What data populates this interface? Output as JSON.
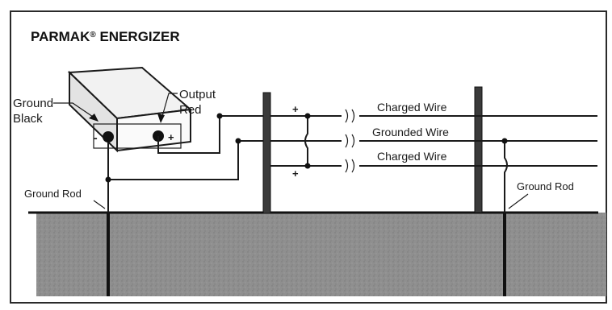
{
  "title": "PARMAK",
  "title_mark": "®",
  "title_suffix": " ENERGIZER",
  "energizer": {
    "ground_label_1": "Ground",
    "ground_label_2": "Black",
    "output_label_1": "Output",
    "output_label_2": "Red",
    "minus_sign": "-",
    "plus_sign": "+"
  },
  "wires": {
    "top": "Charged Wire",
    "middle": "Grounded Wire",
    "bottom": "Charged Wire"
  },
  "polarity": {
    "top_plus": "+",
    "bottom_plus": "+"
  },
  "ground_rod_left": "Ground Rod",
  "ground_rod_right": "Ground Rod",
  "colors": {
    "ink": "#1a1a1a",
    "ground_fill": "#8f8f8f",
    "panel_border": "#2a2a2a",
    "box_fill": "#f2f2f2"
  }
}
